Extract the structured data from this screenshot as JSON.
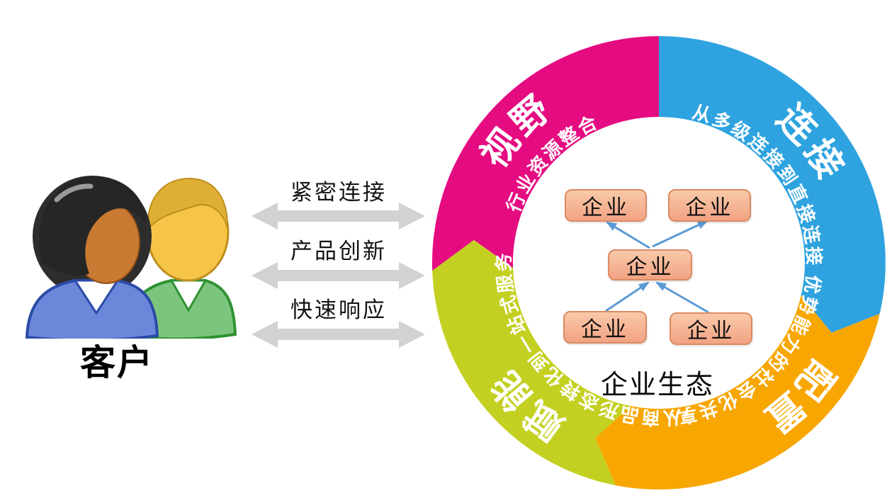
{
  "customer": {
    "label": "客户",
    "icon": "two-people"
  },
  "exchange_arrows": [
    {
      "label": "紧密连接"
    },
    {
      "label": "产品创新"
    },
    {
      "label": "快速响应"
    }
  ],
  "ring": {
    "flow_direction": "clockwise",
    "segments": [
      {
        "id": "vision",
        "title": "视野",
        "subtitle": "行业资源整合",
        "color": "#E50B81"
      },
      {
        "id": "connect",
        "title": "连接",
        "subtitle": "从多级连接到直接连接",
        "color": "#2EA3DF"
      },
      {
        "id": "configure",
        "title": "配置",
        "subtitle": "优势能力的社会化共享",
        "color": "#F8A602"
      },
      {
        "id": "empower",
        "title": "赋能",
        "subtitle": "从商品形态转化到一站式服务",
        "color": "#C4D021"
      }
    ],
    "center": {
      "nodes": [
        "企业",
        "企业",
        "企业",
        "企业",
        "企业"
      ],
      "caption": "企业生态",
      "node_fill": "#F4A987",
      "arrow_color": "#5B9BD5"
    }
  },
  "colors": {
    "exchange_arrow": "#D2D2D2",
    "background": "#FFFFFF"
  }
}
